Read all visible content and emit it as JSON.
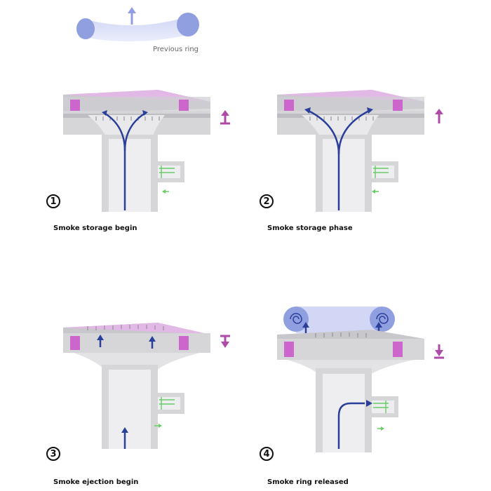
{
  "header": {
    "previous_ring_label": "Previous ring"
  },
  "steps": [
    {
      "number": "1",
      "caption": "Smoke storage begin"
    },
    {
      "number": "2",
      "caption": "Smoke storage phase"
    },
    {
      "number": "3",
      "caption": "Smoke ejection begin"
    },
    {
      "number": "4",
      "caption": "Smoke ring released"
    }
  ],
  "colors": {
    "body": "#d6d6d8",
    "body_dark": "#9c9ca0",
    "membrane": "#cc66cc",
    "flow_arrow": "#2a3f9a",
    "ring": "#8f9fe0",
    "valve": "#66cc66",
    "motion_arrow": "#b04aa8"
  }
}
